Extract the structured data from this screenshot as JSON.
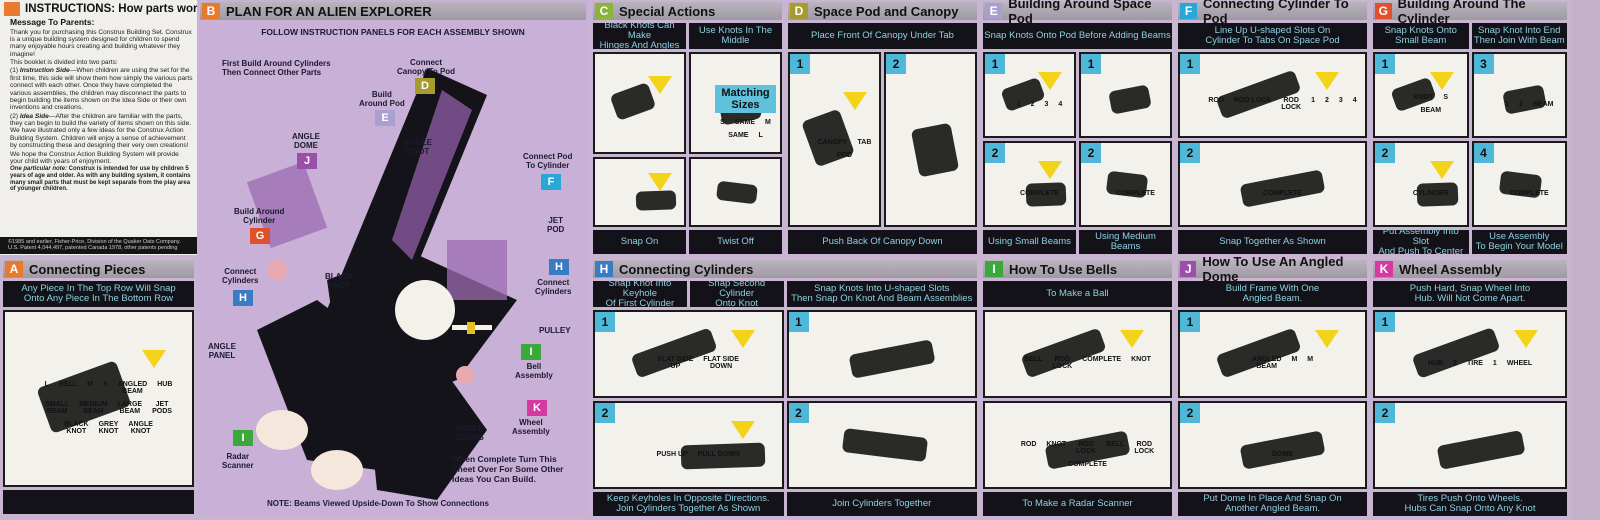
{
  "intro": {
    "letter_color": "#e87a2e",
    "title": "INSTRUCTIONS: How parts work",
    "heading": "Message To Parents:",
    "p1": "Thank you for purchasing this Construx Building Set. Construx is a unique building system designed for children to spend many enjoyable hours creating and building whatever they imagine!",
    "p2": "This booklet is divided into two parts:",
    "item1_label": "Instruction Side",
    "item1": "—When children are using the set for the first time, this side will show them how simply the various parts connect with each other. Once they have completed the various assemblies, the children may disconnect the parts to begin building the items shown on the Idea Side or their own inventions and creations.",
    "item2_label": "Idea Side",
    "item2": "—After the children are familiar with the parts, they can begin to build the variety of items shown on this side. We have illustrated only a few ideas for the Construx Action Building System. Children will enjoy a sense of achievement by constructing these and designing their very own creations!",
    "p3": "We hope the Construx Action Building System will provide your child with years of enjoyment.",
    "note_label": "One particular note:",
    "note": " Construx is intended for use by children 5 years of age and older. As with any building system, it contains many small parts that must be kept separate from the play area of younger children.",
    "copyright": "©1985 and earlier, Fisher-Price, Division of the Quaker Oats Company. U.S. Patent 4,044,497, patented Canada 1978, other patents pending"
  },
  "plan": {
    "letter": "B",
    "color": "#e87a2e",
    "title": "PLAN FOR AN ALIEN EXPLORER",
    "subtitle": "FOLLOW INSTRUCTION PANELS FOR EACH ASSEMBLY SHOWN",
    "first_build": "First Build Around Cylinders\nThen Connect Other Parts",
    "callouts": [
      {
        "text": "Connect\nCanopy To Pod",
        "letter": "D",
        "color": "#a79a2e"
      },
      {
        "text": "Build\nAround Pod",
        "letter": "E",
        "color": "#a9a0cf"
      },
      {
        "text": "ANGLE\nDOME",
        "letter": "J",
        "color": "#9a4fa8"
      },
      {
        "text": "Connect Pod\nTo Cylinder",
        "letter": "F",
        "color": "#2aa7d6"
      },
      {
        "text": "Build Around\nCylinder",
        "letter": "G",
        "color": "#e0502a"
      },
      {
        "text": "Connect\nCylinders",
        "letter": "H",
        "color": "#3a7cc4"
      },
      {
        "text": "Connect\nCylinders",
        "letter": "H",
        "color": "#3a7cc4"
      },
      {
        "text": "Bell\nAssembly",
        "letter": "I",
        "color": "#3aa83a"
      },
      {
        "text": "Wheel\nAssembly",
        "letter": "K",
        "color": "#d63aa0"
      },
      {
        "text": "Radar\nScanner",
        "letter": "I",
        "color": "#3aa83a"
      }
    ],
    "part_labels": [
      "ANGLE\nKNOT",
      "JET\nPOD",
      "BLACK\nKNOT",
      "PULLEY",
      "ANGLE\nPANEL",
      "ANGLE\nBEAMS"
    ],
    "complete_note": "When Complete Turn This\nSheet Over For Some Other\nIdeas You Can Build.",
    "note": "NOTE: Beams Viewed Upside-Down To Show Connections"
  },
  "sections": [
    {
      "id": "A",
      "letter": "A",
      "color": "#e87a2e",
      "title": "Connecting Pieces",
      "instructions": [
        "Any Piece In The Top Row Will Snap\nOnto Any Piece In The Bottom Row"
      ],
      "captions": [
        ""
      ],
      "panels": [
        {
          "step": "",
          "labels": [
            "L",
            "BELL",
            "M",
            "S",
            "ANGLED\nBEAM",
            "HUB",
            "SMALL\nBEAM",
            "MEDIUM\nBEAM",
            "LARGE\nBEAM",
            "JET\nPODS",
            "BLACK\nKNOT",
            "GREY\nKNOT",
            "ANGLE\nKNOT"
          ]
        }
      ]
    },
    {
      "id": "C",
      "letter": "C",
      "color": "#8bb53a",
      "title": "Special Actions",
      "instructions": [
        "Black Knots Can Make\nHinges And Angles",
        "Use Knots In The\nMiddle"
      ],
      "captions": [
        "Snap On",
        "Twist Off"
      ],
      "panels": [
        {
          "step": "",
          "labels": []
        },
        {
          "step": "",
          "labels": [
            "Matching Sizes",
            "S",
            "SAME",
            "M",
            "SAME",
            "L"
          ]
        },
        {
          "step": "",
          "labels": []
        },
        {
          "step": "",
          "labels": []
        }
      ]
    },
    {
      "id": "D",
      "letter": "D",
      "color": "#a79a2e",
      "title": "Space Pod and Canopy",
      "instructions": [
        "Place Front Of Canopy Under Tab"
      ],
      "captions": [
        "Push Back Of Canopy Down"
      ],
      "panels": [
        {
          "step": "1",
          "labels": [
            "CANOPY",
            "TAB",
            "POD"
          ]
        },
        {
          "step": "2",
          "labels": []
        }
      ]
    },
    {
      "id": "E",
      "letter": "E",
      "color": "#a9a0cf",
      "title": "Building Around Space Pod",
      "instructions": [
        "Snap Knots Onto Pod Before Adding Beams"
      ],
      "captions": [
        "Using Small Beams",
        "Using Medium Beams"
      ],
      "panels": [
        {
          "step": "1",
          "labels": [
            "1",
            "2",
            "3",
            "4"
          ]
        },
        {
          "step": "1",
          "labels": []
        },
        {
          "step": "2",
          "labels": [
            "COMPLETE"
          ]
        },
        {
          "step": "2",
          "labels": [
            "COMPLETE"
          ]
        }
      ]
    },
    {
      "id": "F",
      "letter": "F",
      "color": "#2aa7d6",
      "title": "Connecting Cylinder To Pod",
      "instructions": [
        "Line Up U-shaped Slots On\nCylinder To Tabs On Space Pod"
      ],
      "captions": [
        "Snap Together As Shown"
      ],
      "panels": [
        {
          "step": "1",
          "labels": [
            "ROD",
            "ROD LOCK",
            "ROD\nLOCK",
            "1",
            "2",
            "3",
            "4"
          ]
        },
        {
          "step": "2",
          "labels": [
            "COMPLETE"
          ]
        }
      ]
    },
    {
      "id": "G",
      "letter": "G",
      "color": "#e0502a",
      "title": "Building Around The Cylinder",
      "instructions": [
        "Snap Knots Onto\nSmall Beam",
        "Snap Knot Into End\nThen Join With Beam"
      ],
      "captions": [
        "Put Assembly Into Slot\nAnd Push To Center",
        "Use Assembly\nTo Begin Your Model"
      ],
      "panels": [
        {
          "step": "1",
          "labels": [
            "KNOT",
            "S",
            "BEAM"
          ]
        },
        {
          "step": "3",
          "labels": [
            "1",
            "2",
            "BEAM"
          ]
        },
        {
          "step": "2",
          "labels": [
            "CYLINDER"
          ]
        },
        {
          "step": "4",
          "labels": [
            "COMPLETE"
          ]
        }
      ]
    },
    {
      "id": "H",
      "letter": "H",
      "color": "#3a7cc4",
      "title": "Connecting Cylinders",
      "instructions": [
        "Snap Knot Into Keyhole\nOf First Cylinder",
        "Snap Second Cylinder\nOnto Knot",
        "Snap Knots Into U-shaped Slots\nThen Snap On Knot And Beam Assemblies"
      ],
      "captions": [
        "Keep Keyholes In Opposite Directions.\nJoin Cylinders Together As Shown",
        "Join Cylinders Together"
      ],
      "panels": [
        {
          "step": "1",
          "labels": [
            "FLAT SIDE\nUP",
            "FLAT SIDE\nDOWN"
          ]
        },
        {
          "step": "1",
          "labels": []
        },
        {
          "step": "2",
          "labels": [
            "PUSH UP",
            "PULL DOWN"
          ]
        },
        {
          "step": "2",
          "labels": []
        }
      ]
    },
    {
      "id": "I",
      "letter": "I",
      "color": "#3aa83a",
      "title": "How To Use Bells",
      "instructions": [
        "To Make a Ball"
      ],
      "captions": [
        "To Make a Radar Scanner"
      ],
      "panels": [
        {
          "step": "",
          "labels": [
            "BELL",
            "ROD\nLOCK",
            "COMPLETE",
            "KNOT"
          ]
        },
        {
          "step": "",
          "labels": [
            "ROD",
            "KNOT",
            "ROD\nLOCK",
            "BELL",
            "ROD\nLOCK",
            "COMPLETE"
          ]
        }
      ]
    },
    {
      "id": "J",
      "letter": "J",
      "color": "#9a4fa8",
      "title": "How To Use An Angled Dome",
      "instructions": [
        "Build Frame With One\nAngled Beam."
      ],
      "captions": [
        "Put Dome In Place And Snap On\nAnother Angled Beam."
      ],
      "panels": [
        {
          "step": "1",
          "labels": [
            "ANGLED\nBEAM",
            "M",
            "M"
          ]
        },
        {
          "step": "2",
          "labels": [
            "DOME"
          ]
        }
      ]
    },
    {
      "id": "K",
      "letter": "K",
      "color": "#d63aa0",
      "title": "Wheel Assembly",
      "instructions": [
        "Push Hard, Snap Wheel Into\nHub. Will Not Come Apart."
      ],
      "captions": [
        "Tires Push Onto Wheels.\nHubs Can Snap Onto Any Knot"
      ],
      "panels": [
        {
          "step": "1",
          "labels": [
            "HUB",
            "2",
            "TIRE",
            "1",
            "WHEEL"
          ]
        },
        {
          "step": "2",
          "labels": []
        }
      ]
    }
  ]
}
